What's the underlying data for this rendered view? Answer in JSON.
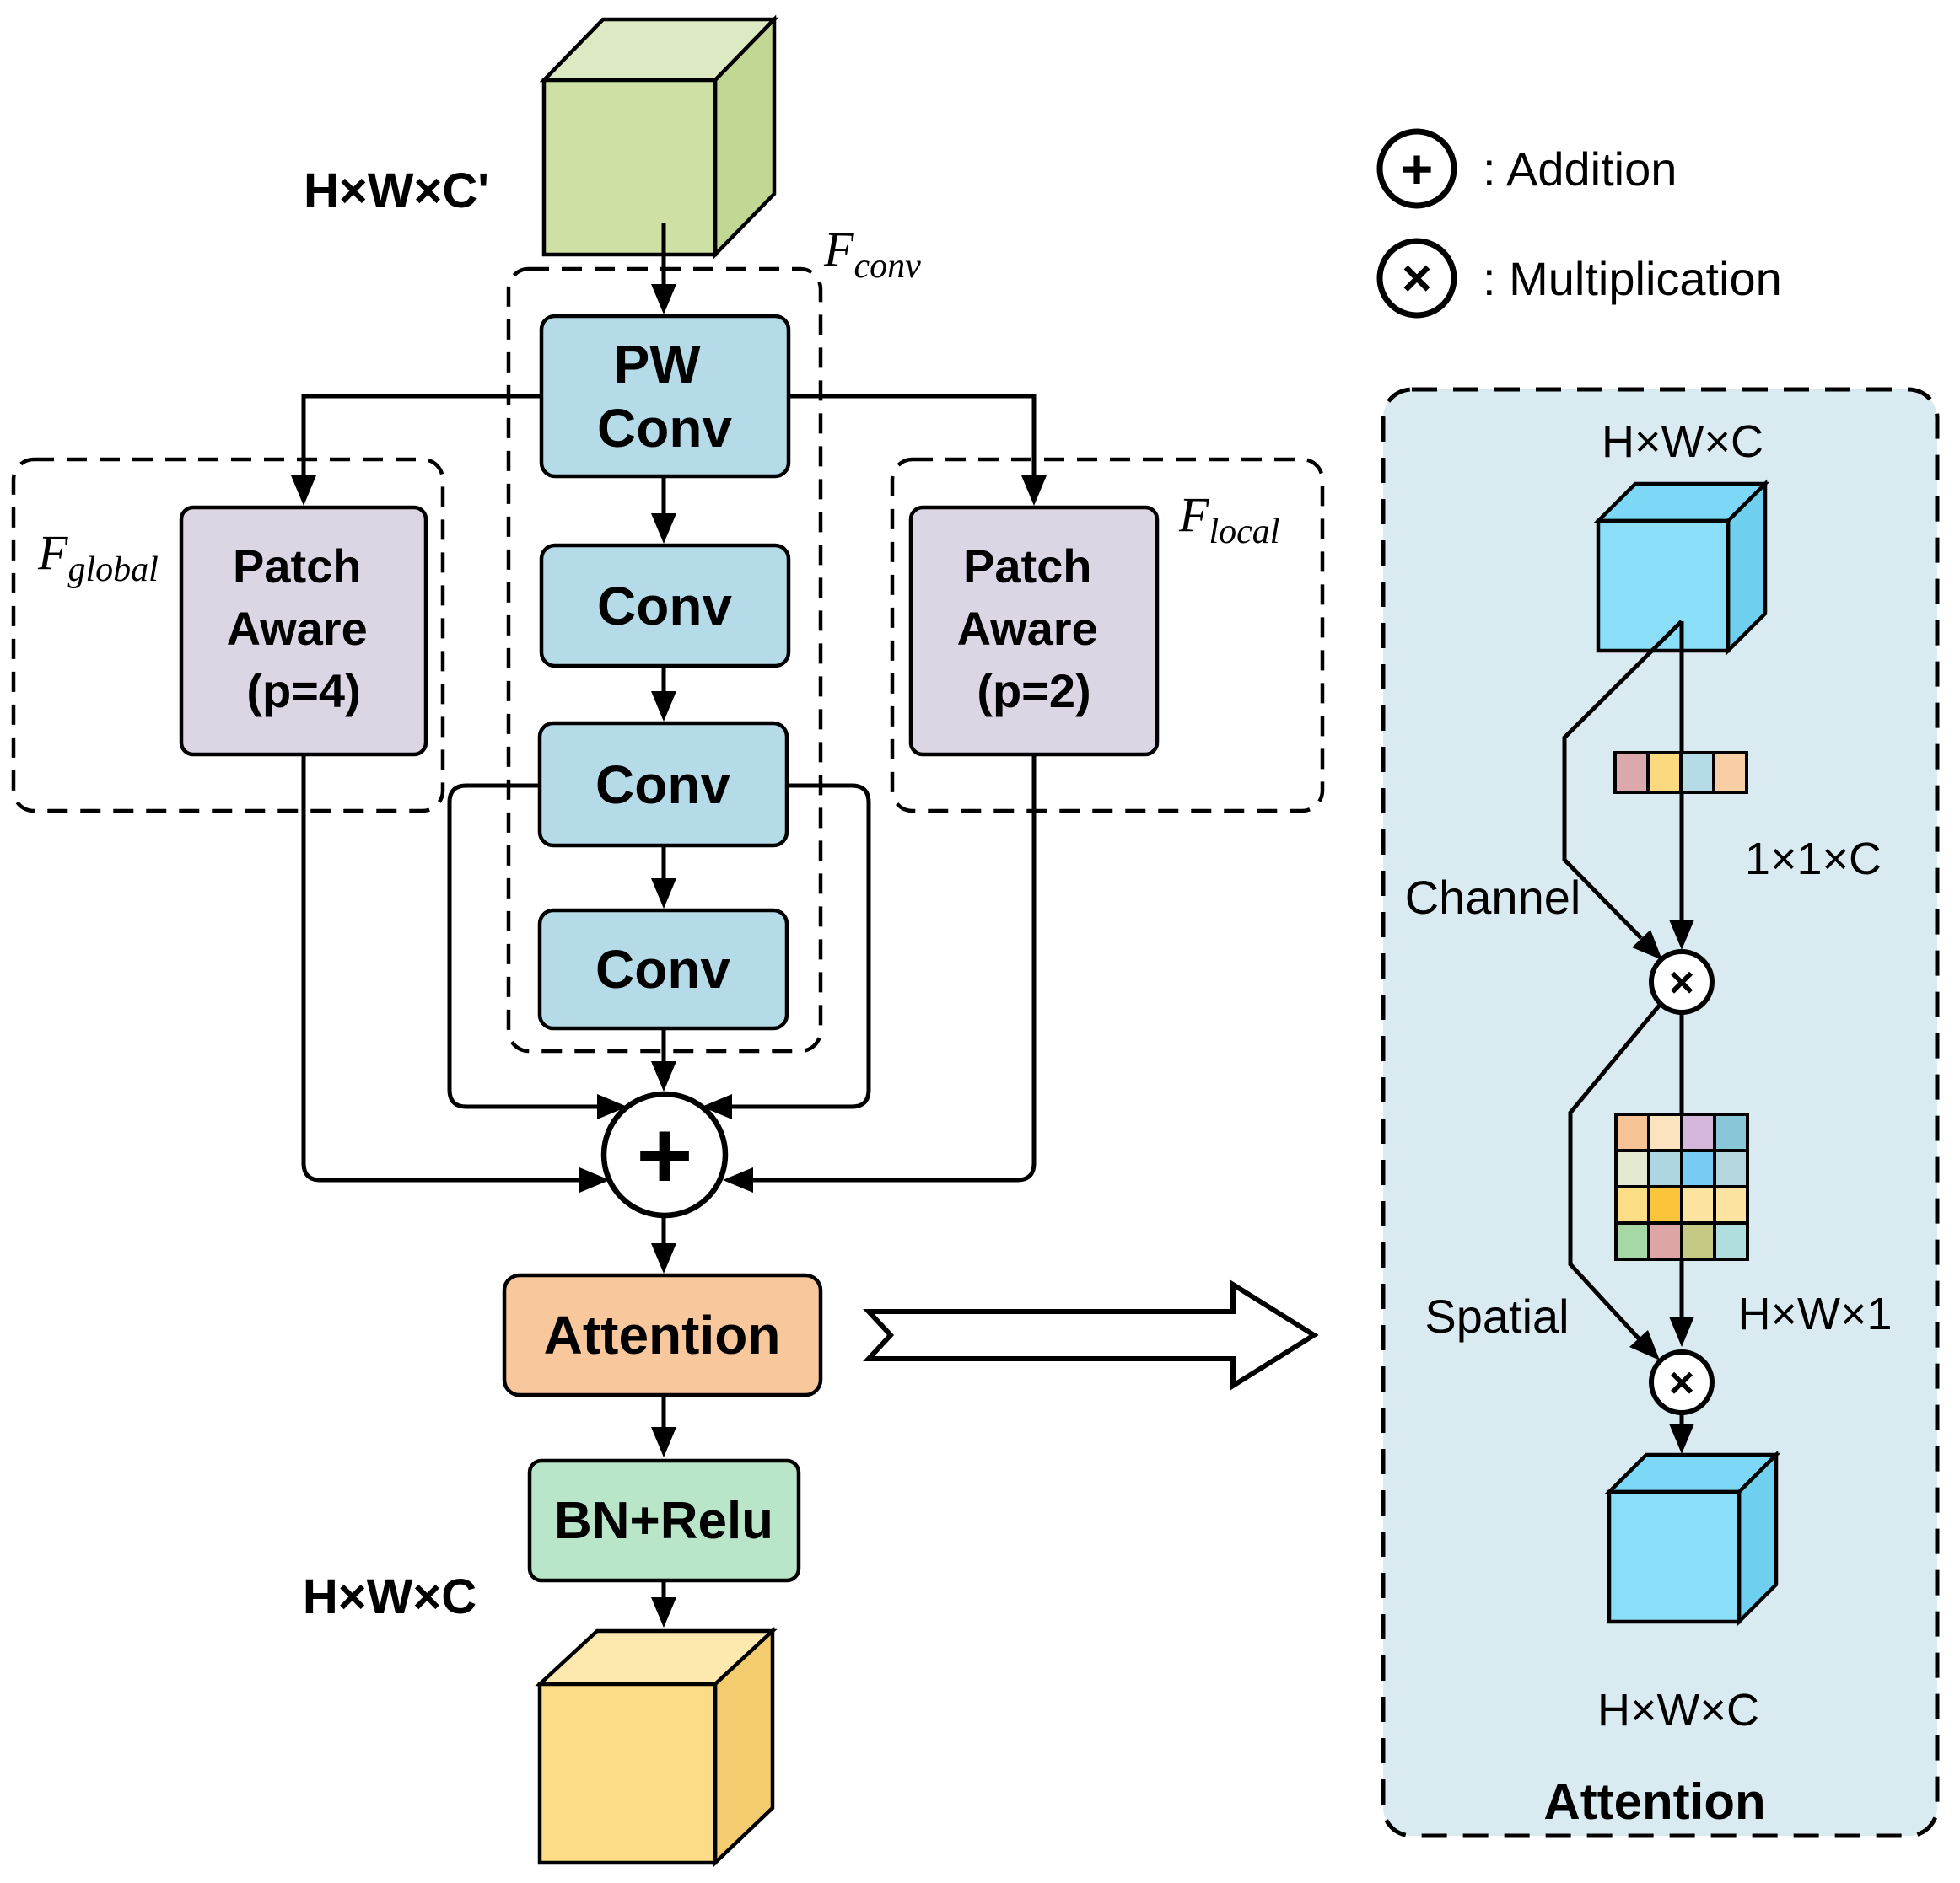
{
  "left": {
    "input_dims": "H×W×C'",
    "f_conv": {
      "base": "F",
      "sub": "conv"
    },
    "pw_conv": [
      "PW",
      "Conv"
    ],
    "convs": [
      "Conv",
      "Conv",
      "Conv"
    ],
    "f_global": {
      "base": "F",
      "sub": "global"
    },
    "patch_global": [
      "Patch",
      "Aware",
      "(p=4)"
    ],
    "f_local": {
      "base": "F",
      "sub": "local"
    },
    "patch_local": [
      "Patch",
      "Aware",
      "(p=2)"
    ],
    "adder": "+",
    "attention": "Attention",
    "bn_relu": "BN+Relu",
    "output_dims": "H×W×C",
    "colors": {
      "conv_fill": "#b5dbe8",
      "patch_fill": "#dcd5e3",
      "attention_fill": "#f8c79c",
      "bn_fill": "#b9e5c8",
      "input_cube": {
        "front": "#cfe0a5",
        "top": "#dce9c2",
        "side": "#c3d795"
      },
      "output_cube": {
        "front": "#fcdc86",
        "top": "#fde9ad",
        "side": "#f2cc6f"
      }
    }
  },
  "legend": {
    "addition": {
      "symbol": "+",
      "label": ": Addition"
    },
    "multiplication": {
      "symbol": "×",
      "label": ": Multiplication"
    }
  },
  "panel": {
    "title": "Attention",
    "top_dims": "H×W×C",
    "vector_dims": "1×1×C",
    "channel": "Channel",
    "spatial": "Spatial",
    "map_dims": "H×W×1",
    "bottom_dims": "H×W×C",
    "times": "×",
    "bg": "#daeaf1",
    "cube": {
      "front": "#8adef8",
      "top": "#7cd8f6",
      "side": "#6fcfef"
    },
    "strip": [
      "#dba9ab",
      "#fcd97e",
      "#b5dce6",
      "#f8cfa4"
    ],
    "grid": [
      "#f6c397",
      "#fbe3c0",
      "#d3b6da",
      "#88c6d8",
      "#e2ead2",
      "#aed6e2",
      "#76ccf2",
      "#b4d6de",
      "#fbdd85",
      "#fbc53b",
      "#fce3a0",
      "#fce3a0",
      "#a5d8a5",
      "#dda5a5",
      "#c5c983",
      "#b0dede"
    ]
  }
}
